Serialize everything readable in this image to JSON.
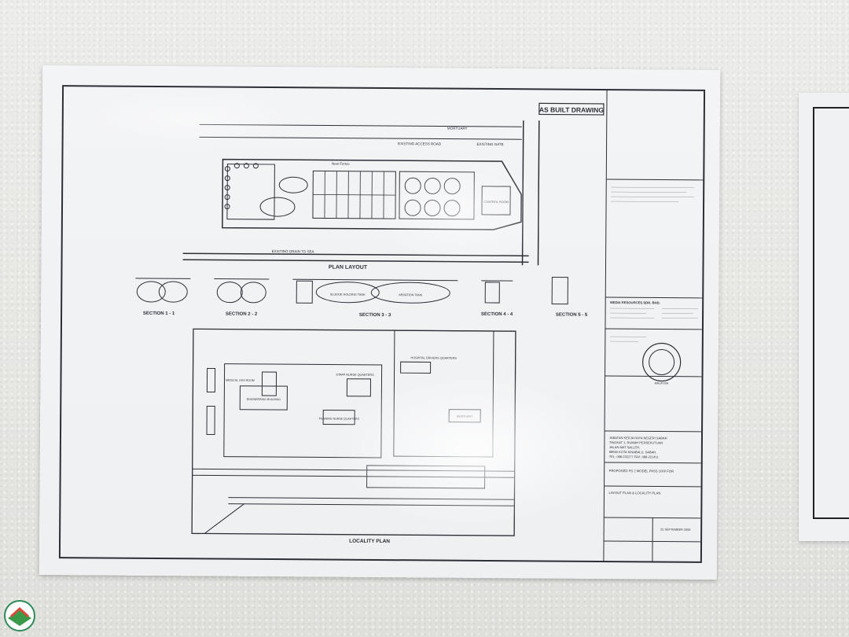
{
  "drawing": {
    "stamp": "AS BUILT DRAWING",
    "plan_layout_title": "PLAN LAYOUT",
    "locality_plan_title": "LOCALITY PLAN",
    "sections": [
      "SECTION 1 - 1",
      "SECTION 2 - 2",
      "SECTION 3 - 3",
      "SECTION 4 - 4",
      "SECTION 5 - 5"
    ],
    "labels": {
      "existing_access_road": "EXISTING ACCESS ROAD",
      "existing_drain": "EXISTING DRAIN TO SEA",
      "existing_gate": "EXISTING GATE",
      "new_fence": "New Fence",
      "mortuary": "MORTUARY",
      "control_room": "CONTROL ROOM",
      "sludge_holding_tank": "SLUDGE HOLDING TANK",
      "aeration_tank": "AERATION TANK",
      "staff_nurse_quarters": "STAFF NURSE QUARTERS",
      "hospital_drivers_quarters": "HOSPITAL DRIVERS QUARTERS",
      "engineering_building": "ENGINEERING BUILDING",
      "training_nurse_quarters": "TRAINING NURSE QUARTERS",
      "medical_gas_room": "MEDICAL GAS ROOM",
      "mortuary_lp": "MORTUARY"
    },
    "title_block": {
      "company": "MEDIA RESOURCES SDN. BHD.",
      "client_line1": "JABATAN KERJA RAYA NEGERI SABAH",
      "client_line2": "TINGKAT 1, RUMAH PERSEKUTUAN",
      "client_line3": "JALAN MAT SALLEH,",
      "client_line4": "88590 KOTA KINABALU, SABAH.",
      "client_line5": "TEL: 088-232277  FAX: 088-221411",
      "project": "PROPOSED PS 2 MODEL PASS 1000 FOR",
      "drawing_title": "LAYOUT PLAN & LOCALITY PLAN",
      "date": "25 SEPTEMBER 2006",
      "stamp_text": "MALAYSIA"
    }
  },
  "colors": {
    "ink": "#2b2f36",
    "paper": "#f1f2f4",
    "wall": "#e8e8e5"
  }
}
